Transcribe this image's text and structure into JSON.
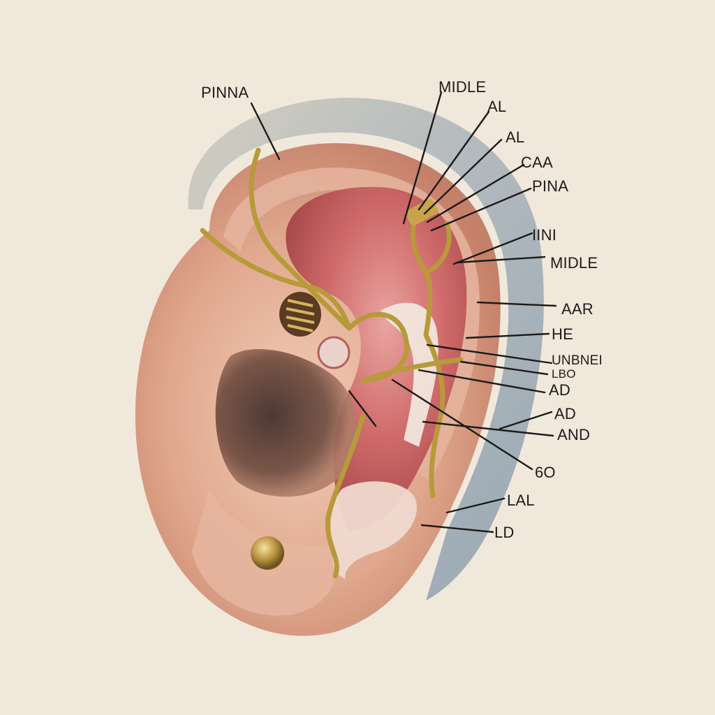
{
  "diagram": {
    "labels": [
      {
        "id": "pinna-left",
        "text": "PINNA"
      },
      {
        "id": "midle-top",
        "text": "MIDLE"
      },
      {
        "id": "al-1",
        "text": "AL"
      },
      {
        "id": "al-2",
        "text": "AL"
      },
      {
        "id": "caa",
        "text": "CAA"
      },
      {
        "id": "pina",
        "text": "PINA"
      },
      {
        "id": "iini",
        "text": "IINI"
      },
      {
        "id": "midle-mid",
        "text": "MIDLE"
      },
      {
        "id": "aar",
        "text": "AAR"
      },
      {
        "id": "he",
        "text": "HE"
      },
      {
        "id": "unbnei",
        "text": "UNBNEI"
      },
      {
        "id": "lbo",
        "text": "LBO"
      },
      {
        "id": "ad-1",
        "text": "AD"
      },
      {
        "id": "ad-2",
        "text": "AD"
      },
      {
        "id": "and",
        "text": "AND"
      },
      {
        "id": "so",
        "text": "6O"
      },
      {
        "id": "lal",
        "text": "LAL"
      },
      {
        "id": "ld",
        "text": "LD"
      }
    ]
  }
}
